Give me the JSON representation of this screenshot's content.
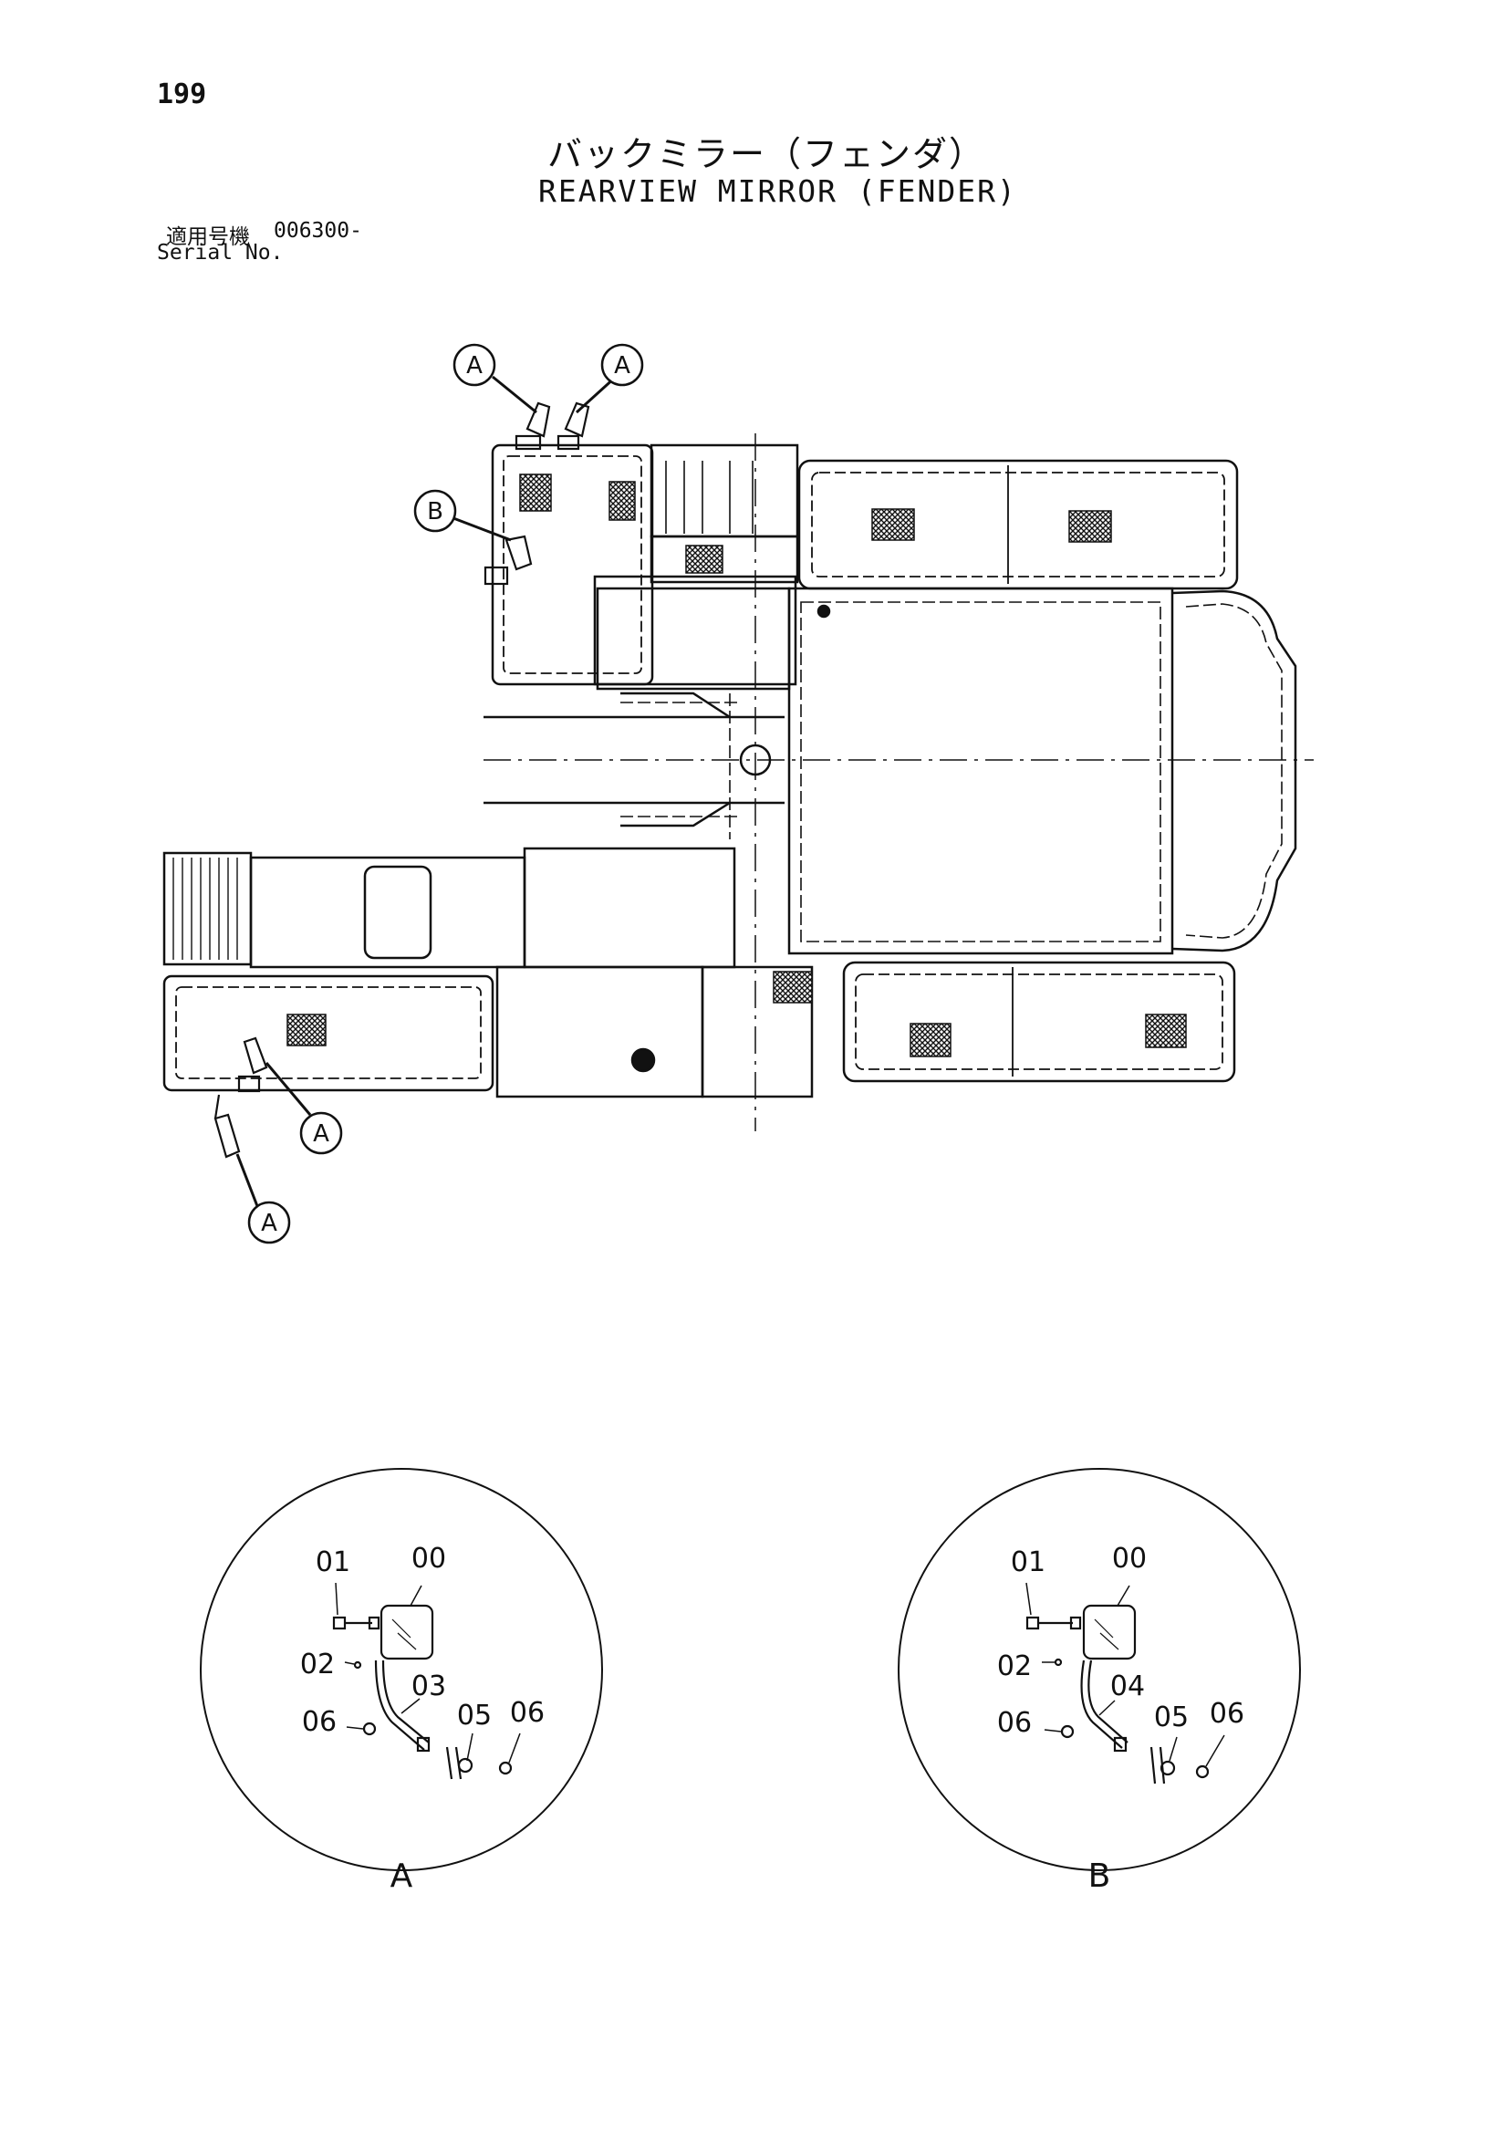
{
  "page_number": "199",
  "title_jp": "バックミラー（フェンダ）",
  "title_en": "REARVIEW MIRROR (FENDER)",
  "serial_label_jp": "適用号機",
  "serial_value": "006300-",
  "serial_label_en": "Serial No.",
  "callouts": {
    "a1": "A",
    "a2": "A",
    "b1": "B",
    "a3": "A",
    "a4": "A"
  },
  "detail_a": {
    "caption": "A",
    "parts": {
      "p00": "00",
      "p01": "01",
      "p02": "02",
      "p03": "03",
      "p05": "05",
      "p06a": "06",
      "p06b": "06"
    }
  },
  "detail_b": {
    "caption": "B",
    "parts": {
      "p00": "00",
      "p01": "01",
      "p02": "02",
      "p04": "04",
      "p05": "05",
      "p06a": "06",
      "p06b": "06"
    }
  }
}
